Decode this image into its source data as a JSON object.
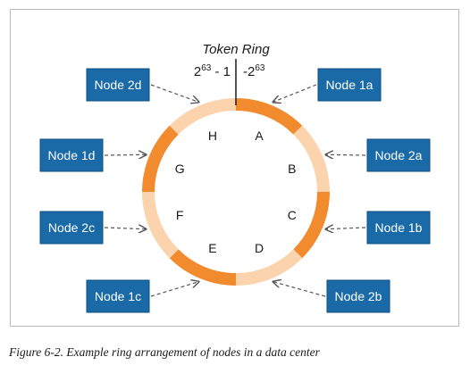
{
  "ring": {
    "title": "Token Ring",
    "token_left": {
      "base": "2",
      "exp": "63",
      "suffix": " - 1"
    },
    "token_right": {
      "prefix": "-2",
      "exp": "63"
    },
    "segments": [
      {
        "label": "A",
        "color": "#f28a2e"
      },
      {
        "label": "B",
        "color": "#fbd3ad"
      },
      {
        "label": "C",
        "color": "#f28a2e"
      },
      {
        "label": "D",
        "color": "#fbd3ad"
      },
      {
        "label": "E",
        "color": "#f28a2e"
      },
      {
        "label": "F",
        "color": "#fbd3ad"
      },
      {
        "label": "G",
        "color": "#f28a2e"
      },
      {
        "label": "H",
        "color": "#fbd3ad"
      }
    ]
  },
  "nodes": [
    {
      "label": "Node 2d",
      "points_to": "H"
    },
    {
      "label": "Node 1a",
      "points_to": "A"
    },
    {
      "label": "Node 1d",
      "points_to": "G"
    },
    {
      "label": "Node 2a",
      "points_to": "B"
    },
    {
      "label": "Node 2c",
      "points_to": "F"
    },
    {
      "label": "Node 1b",
      "points_to": "C"
    },
    {
      "label": "Node 1c",
      "points_to": "E"
    },
    {
      "label": "Node 2b",
      "points_to": "D"
    }
  ],
  "caption": "Figure 6-2. Example ring arrangement of nodes in a data center",
  "colors": {
    "node_fill": "#1a6aa8",
    "accent_orange": "#f28a2e",
    "light_orange": "#fbd3ad"
  }
}
